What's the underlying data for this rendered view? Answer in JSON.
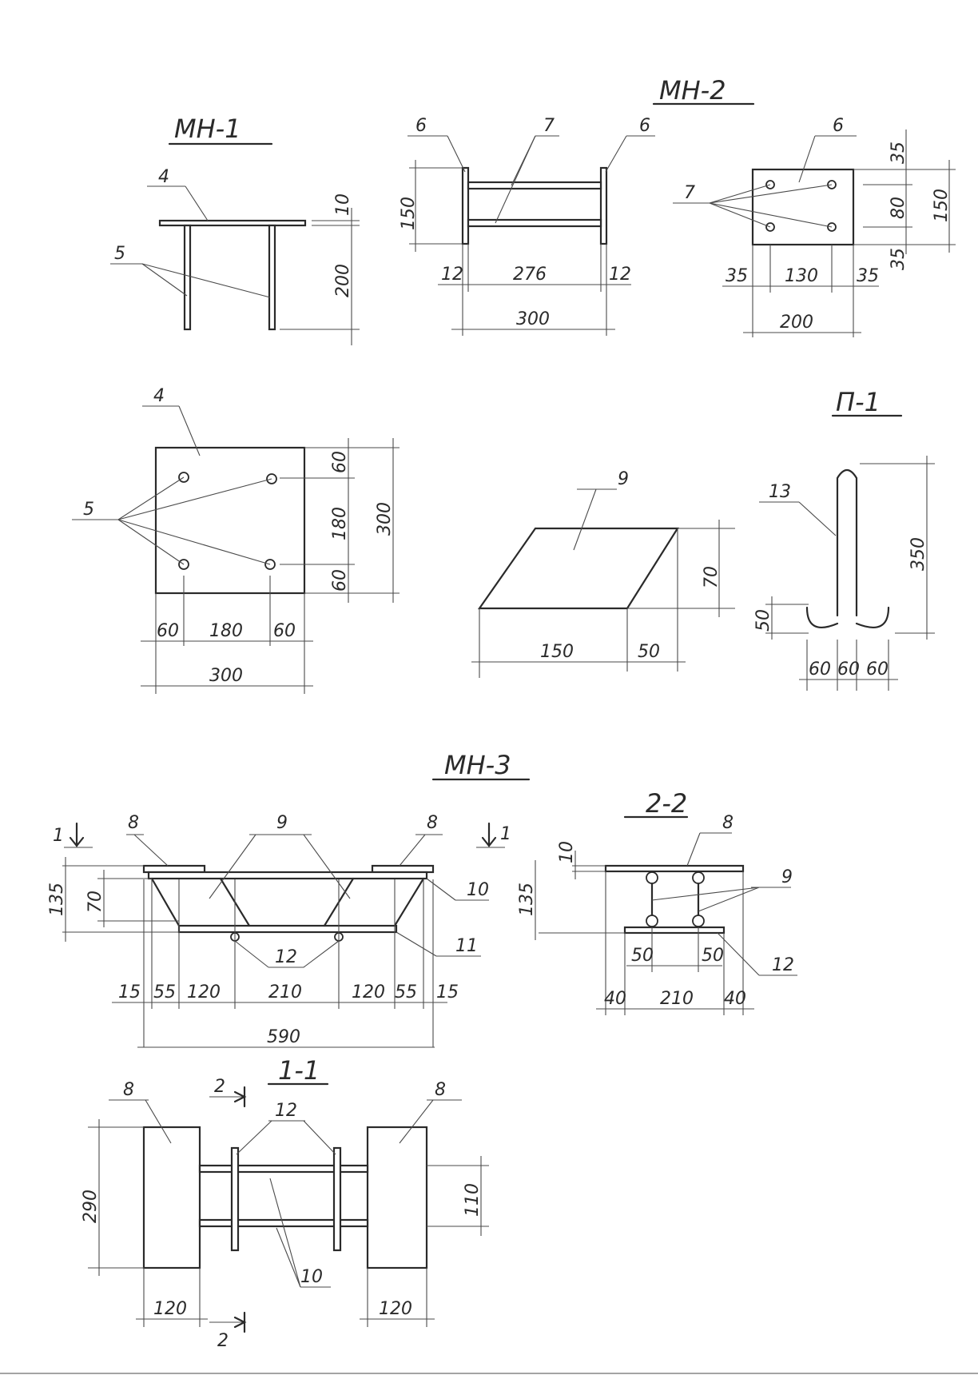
{
  "titles": {
    "mn1": "МН-1",
    "mn2": "МН-2",
    "p1": "П-1",
    "mn3": "МН-3",
    "sec22": "2-2",
    "sec11": "1-1"
  },
  "labels": {
    "mn1": {
      "plate": "4",
      "studs": "5"
    },
    "mn2": {
      "plate_a": "6",
      "plate_b": "6",
      "bars": "7",
      "plate_plan": "6",
      "studs_plan": "7"
    },
    "plan4": {
      "plate": "4",
      "studs": "5"
    },
    "part9": {
      "num": "9"
    },
    "p1": {
      "num": "13"
    },
    "mn3": {
      "plate_l": "8",
      "plate_r": "8",
      "strut": "9",
      "bar10": "10",
      "bar11": "11",
      "stud12": "12",
      "cut_l": "1",
      "cut_r": "1"
    },
    "sec22": {
      "plate": "8",
      "strut": "9",
      "bar12": "12"
    },
    "sec11": {
      "plate_l": "8",
      "plate_r": "8",
      "stud12": "12",
      "bar10": "10",
      "cut_top": "2",
      "cut_bot": "2"
    }
  },
  "dims": {
    "mn1": {
      "t": "10",
      "h": "200"
    },
    "mn2_side": {
      "h": "150",
      "a": "12",
      "b": "276",
      "c": "12",
      "total": "300"
    },
    "mn2_plan": {
      "t1": "35",
      "m": "80",
      "t2": "35",
      "h": "150",
      "a": "35",
      "b": "130",
      "c": "35",
      "total": "200"
    },
    "plan4": {
      "v1": "60",
      "v2": "180",
      "v3": "60",
      "vt": "300",
      "h1": "60",
      "h2": "180",
      "h3": "60",
      "ht": "300"
    },
    "part9": {
      "h": "70",
      "a": "150",
      "b": "50"
    },
    "p1": {
      "h": "350",
      "hook": "50",
      "a": "60",
      "b": "60",
      "c": "60"
    },
    "mn3": {
      "h1": "135",
      "h2": "70",
      "s": [
        "15",
        "55",
        "120",
        "210",
        "120",
        "55",
        "15"
      ],
      "total": "590"
    },
    "sec22": {
      "t": "10",
      "h": "135",
      "a": "50",
      "b": "50",
      "c": "40",
      "d": "210",
      "e": "40"
    },
    "sec11": {
      "h": "290",
      "w": "110",
      "a": "120",
      "b": "120"
    }
  }
}
